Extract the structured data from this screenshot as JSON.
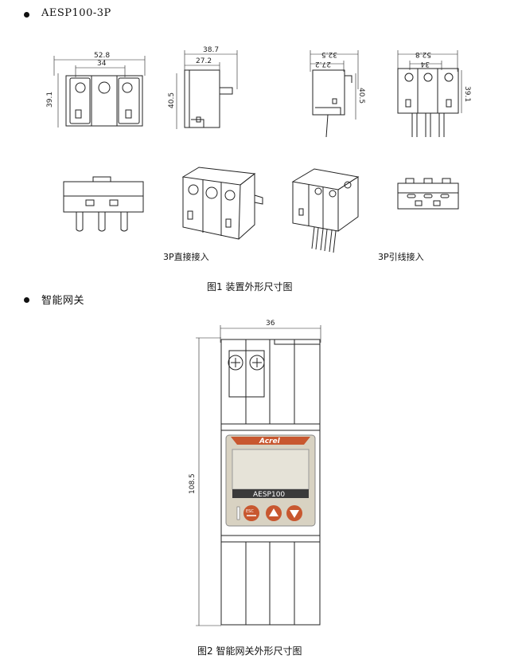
{
  "section1": {
    "heading": "AESP100-3P",
    "front_view": {
      "dim_width": "52.8",
      "dim_inner": "34",
      "dim_height": "39.1"
    },
    "side_view": {
      "dim_total": "38.7",
      "dim_body": "27.2",
      "dim_height": "40.5"
    },
    "side_view_lead": {
      "dim_total": "32.5",
      "dim_body": "27.2",
      "dim_height": "40.5"
    },
    "front_view_lead": {
      "dim_width": "52.8",
      "dim_inner": "34",
      "dim_height": "39.1"
    },
    "label_direct": "3P直接接入",
    "label_lead": "3P引线接入",
    "figure_caption": "图1  装置外形尺寸图"
  },
  "section2": {
    "heading": "智能网关",
    "dim_width": "36",
    "dim_height": "108.5",
    "brand": "Acrel",
    "model": "AESP100",
    "esc_label": "ESC",
    "figure_caption": "图2  智能网关外形尺寸图"
  },
  "colors": {
    "line": "#222222",
    "panel": "#d8d2c2",
    "brand": "#c8572f",
    "screen": "#e6e3d8",
    "model_bar": "#3a3a3a"
  }
}
